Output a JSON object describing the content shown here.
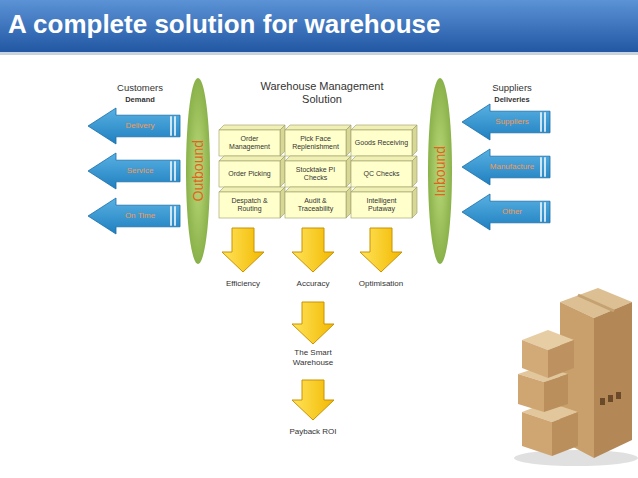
{
  "diagram": {
    "title": "A complete solution for warehouse",
    "nodes": [
      {
        "text": [
          "Delivery"
        ]
      },
      {
        "text": [
          "Service"
        ]
      },
      {
        "text": [
          "On Time"
        ]
      },
      {
        "text": [
          "Outbound"
        ]
      },
      {
        "text": [
          "Order Management"
        ]
      },
      {
        "text": [
          "Pick Face Replenishment"
        ]
      },
      {
        "text": [
          "Goods Receiving"
        ]
      },
      {
        "text": [
          "Order Picking"
        ]
      },
      {
        "text": [
          "Stocktake PI Checks"
        ]
      },
      {
        "text": [
          "QC Checks"
        ]
      },
      {
        "text": [
          "Despatch & Routing"
        ]
      },
      {
        "text": [
          "Audit & Traceability"
        ]
      },
      {
        "text": [
          "Intelligent Putaway"
        ]
      },
      {
        "text": [
          "Inbound"
        ]
      },
      {
        "text": [
          "Suppliers"
        ]
      },
      {
        "text": [
          "Manufacture"
        ]
      },
      {
        "text": [
          "Other"
        ]
      }
    ],
    "labels": [
      "Customers",
      "Demand",
      "Warehouse Management Solution",
      "Suppliers",
      "Deliveries",
      "Efficiency",
      "Accuracy",
      "Optimisation",
      "The Smart Warehouse",
      "Payback ROI"
    ]
  }
}
